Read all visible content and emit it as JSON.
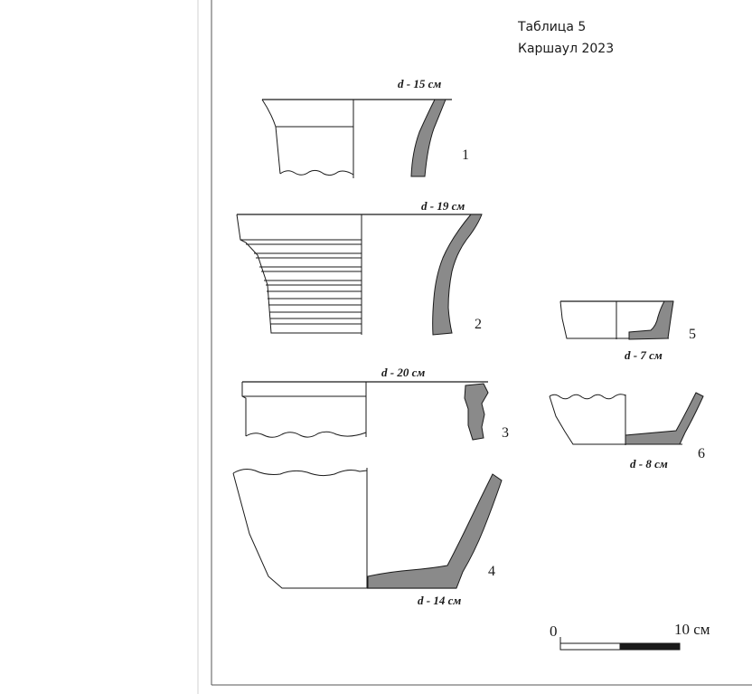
{
  "plate": {
    "title_line1": "Таблица 5",
    "title_line2": "Каршаул 2023",
    "fill_color": "#8a8a8a",
    "line_color": "#1a1a1a"
  },
  "vessels": [
    {
      "number": "1",
      "diameter": "d - 15 см"
    },
    {
      "number": "2",
      "diameter": "d - 19 см"
    },
    {
      "number": "3",
      "diameter": "d - 20 см"
    },
    {
      "number": "4",
      "diameter": "d - 14 см"
    },
    {
      "number": "5",
      "diameter": "d - 7 см"
    },
    {
      "number": "6",
      "diameter": "d - 8 см"
    }
  ],
  "scale_bar": {
    "start_label": "0",
    "end_label": "10 см"
  }
}
